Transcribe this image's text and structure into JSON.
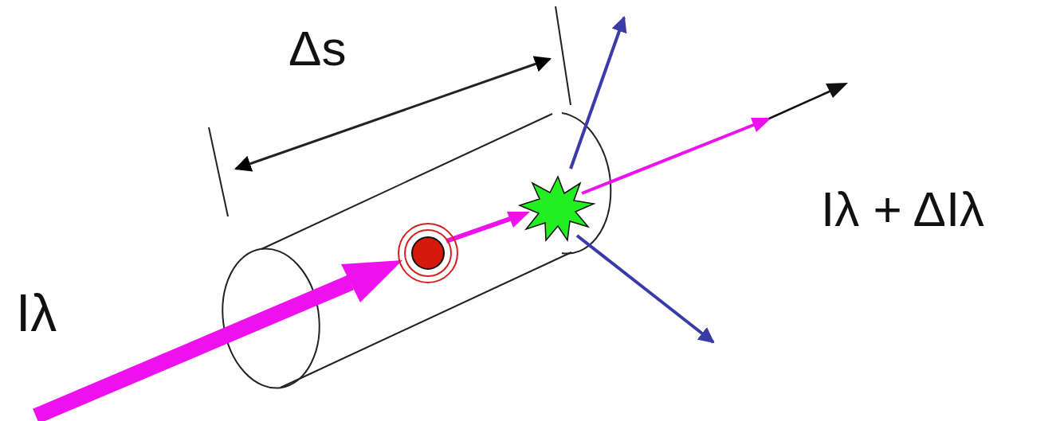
{
  "diagram": {
    "labels": [
      "Δs",
      "Iλ",
      "Iλ + ΔIλ"
    ]
  }
}
